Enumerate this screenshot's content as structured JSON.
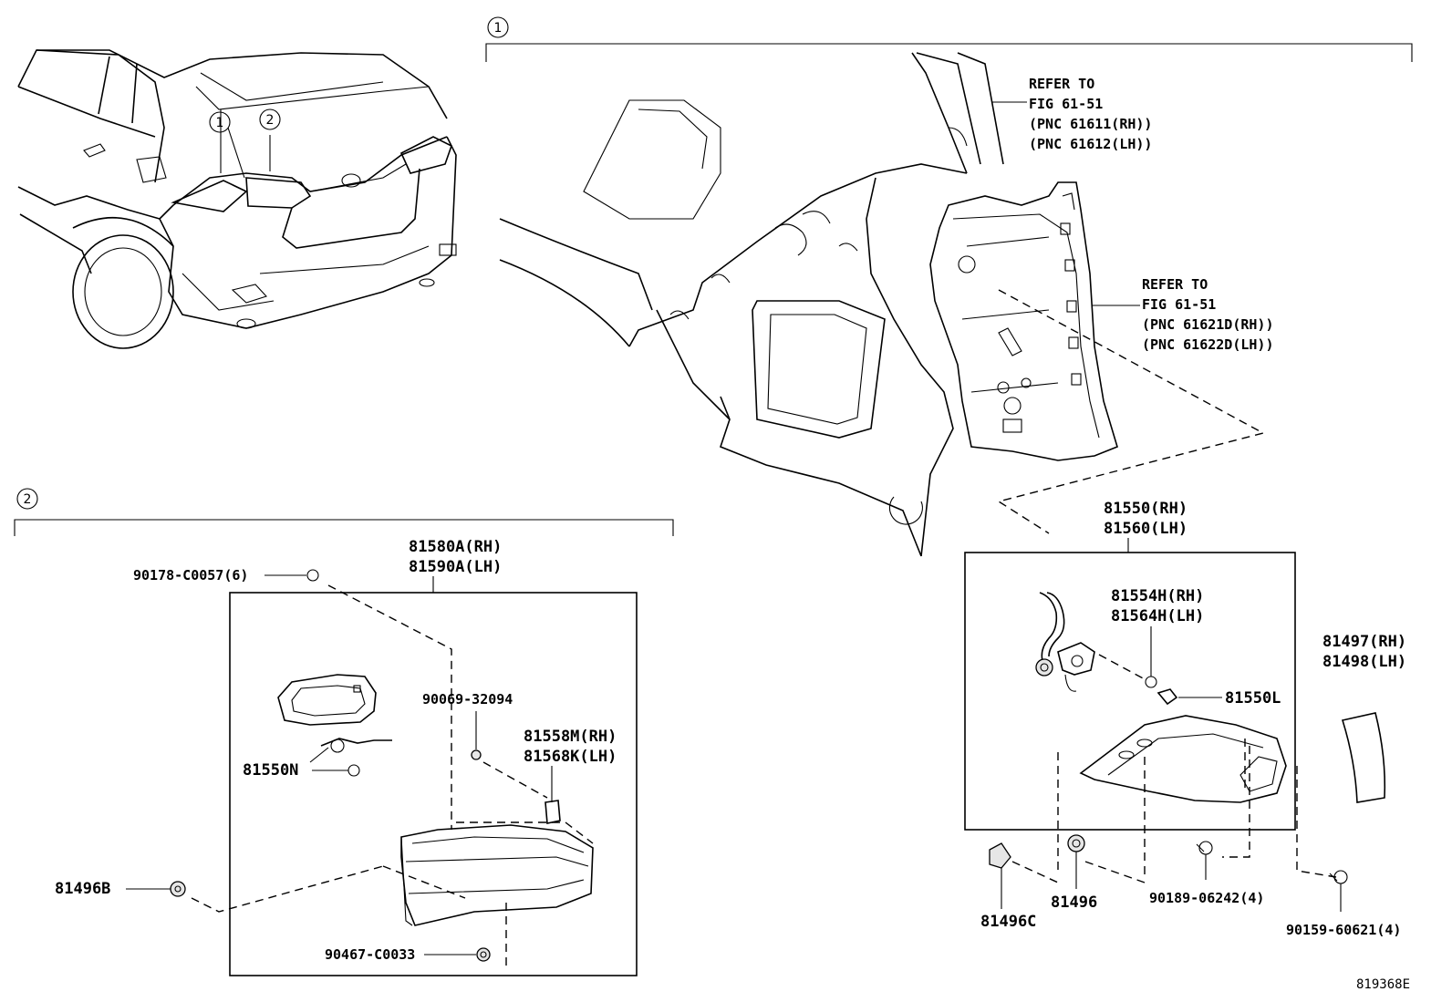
{
  "section_markers": {
    "one": "1",
    "two": "2"
  },
  "vehicle_callouts": [
    "1",
    "2"
  ],
  "references": [
    {
      "id": "ref-quarter-panel",
      "lines": [
        "REFER TO",
        "FIG 61-51",
        "(PNC 61611(RH))",
        "(PNC 61612(LH))"
      ]
    },
    {
      "id": "ref-back-panel",
      "lines": [
        "REFER TO",
        "FIG 61-51",
        "(PNC 61621D(RH))",
        "(PNC 61622D(LH))"
      ]
    }
  ],
  "parts": {
    "p81580A": "81580A(RH)",
    "p81590A": "81590A(LH)",
    "p90178": "90178-C0057(6)",
    "p90069": "90069-32094",
    "p81558M": "81558M(RH)",
    "p81568K": "81568K(LH)",
    "p81550N": "81550N",
    "p81496B": "81496B",
    "p90467": "90467-C0033",
    "p81550": "81550(RH)",
    "p81560": "81560(LH)",
    "p81554H": "81554H(RH)",
    "p81564H": "81564H(LH)",
    "p81550L": "81550L",
    "p81497": "81497(RH)",
    "p81498": "81498(LH)",
    "p81496C": "81496C",
    "p81496": "81496",
    "p90189": "90189-06242(4)",
    "p90159": "90159-60621(4)"
  },
  "figure_number": "819368E"
}
